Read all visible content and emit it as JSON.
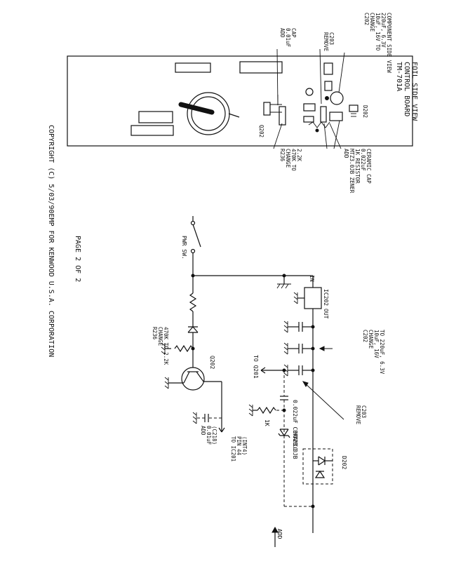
{
  "board": {
    "title_lines": [
      "TM-701A",
      "CONTROL BOARD",
      "FOIL SIDE VIEW"
    ],
    "c202_note": [
      "C202",
      "CHANGE",
      "10uF, 16V TO",
      "220uF, 6.3V",
      "COMPONENT SIDE VIEW"
    ],
    "remove_c203": [
      "REMOVE",
      "C203"
    ],
    "add_c218": [
      "ADD",
      "0.01uF",
      "CAP"
    ],
    "add_zener": [
      "ADD",
      "MTZ3.0JB ZENER",
      "1K RESISTOR",
      "0.022uF",
      "CERAMIC CAP"
    ],
    "r236_note": [
      "R236",
      "CHANGE",
      "470K TO",
      "2.2K"
    ],
    "d202_label": "D202",
    "q202_label": "Q202"
  },
  "schematic": {
    "pwr_sw": "PWR SW.",
    "in_label": "IN",
    "ic202_label": "IC202",
    "out_label": "OUT",
    "c202_note": [
      "C202",
      "CHANGE",
      "10uF, 16V",
      "TO 220uF, 6.3V"
    ],
    "to_q201": "TO Q201",
    "remove_c203": [
      "REMOVE",
      "C203"
    ],
    "cap_note": "0.022uF CERAMIC",
    "resistor_1k": "1K",
    "zener_label": "MTZ3.0JB",
    "d202_label": "D202",
    "add_label": "ADD",
    "r236_note": [
      "R236",
      "CHANGE",
      "470K TO 2.2K"
    ],
    "q202_label": "Q202",
    "add_c218": [
      "ADD",
      "0.01uF",
      "(C218)"
    ],
    "to_ic201": [
      "TO IC201",
      "PIN 44",
      "(INT4)"
    ]
  },
  "footer": {
    "page": "PAGE 2 OF 2",
    "copyright": "COPYRIGHT (C) 5/03/90EMP FOR KENWOOD U.S.A. CORPORATION"
  }
}
